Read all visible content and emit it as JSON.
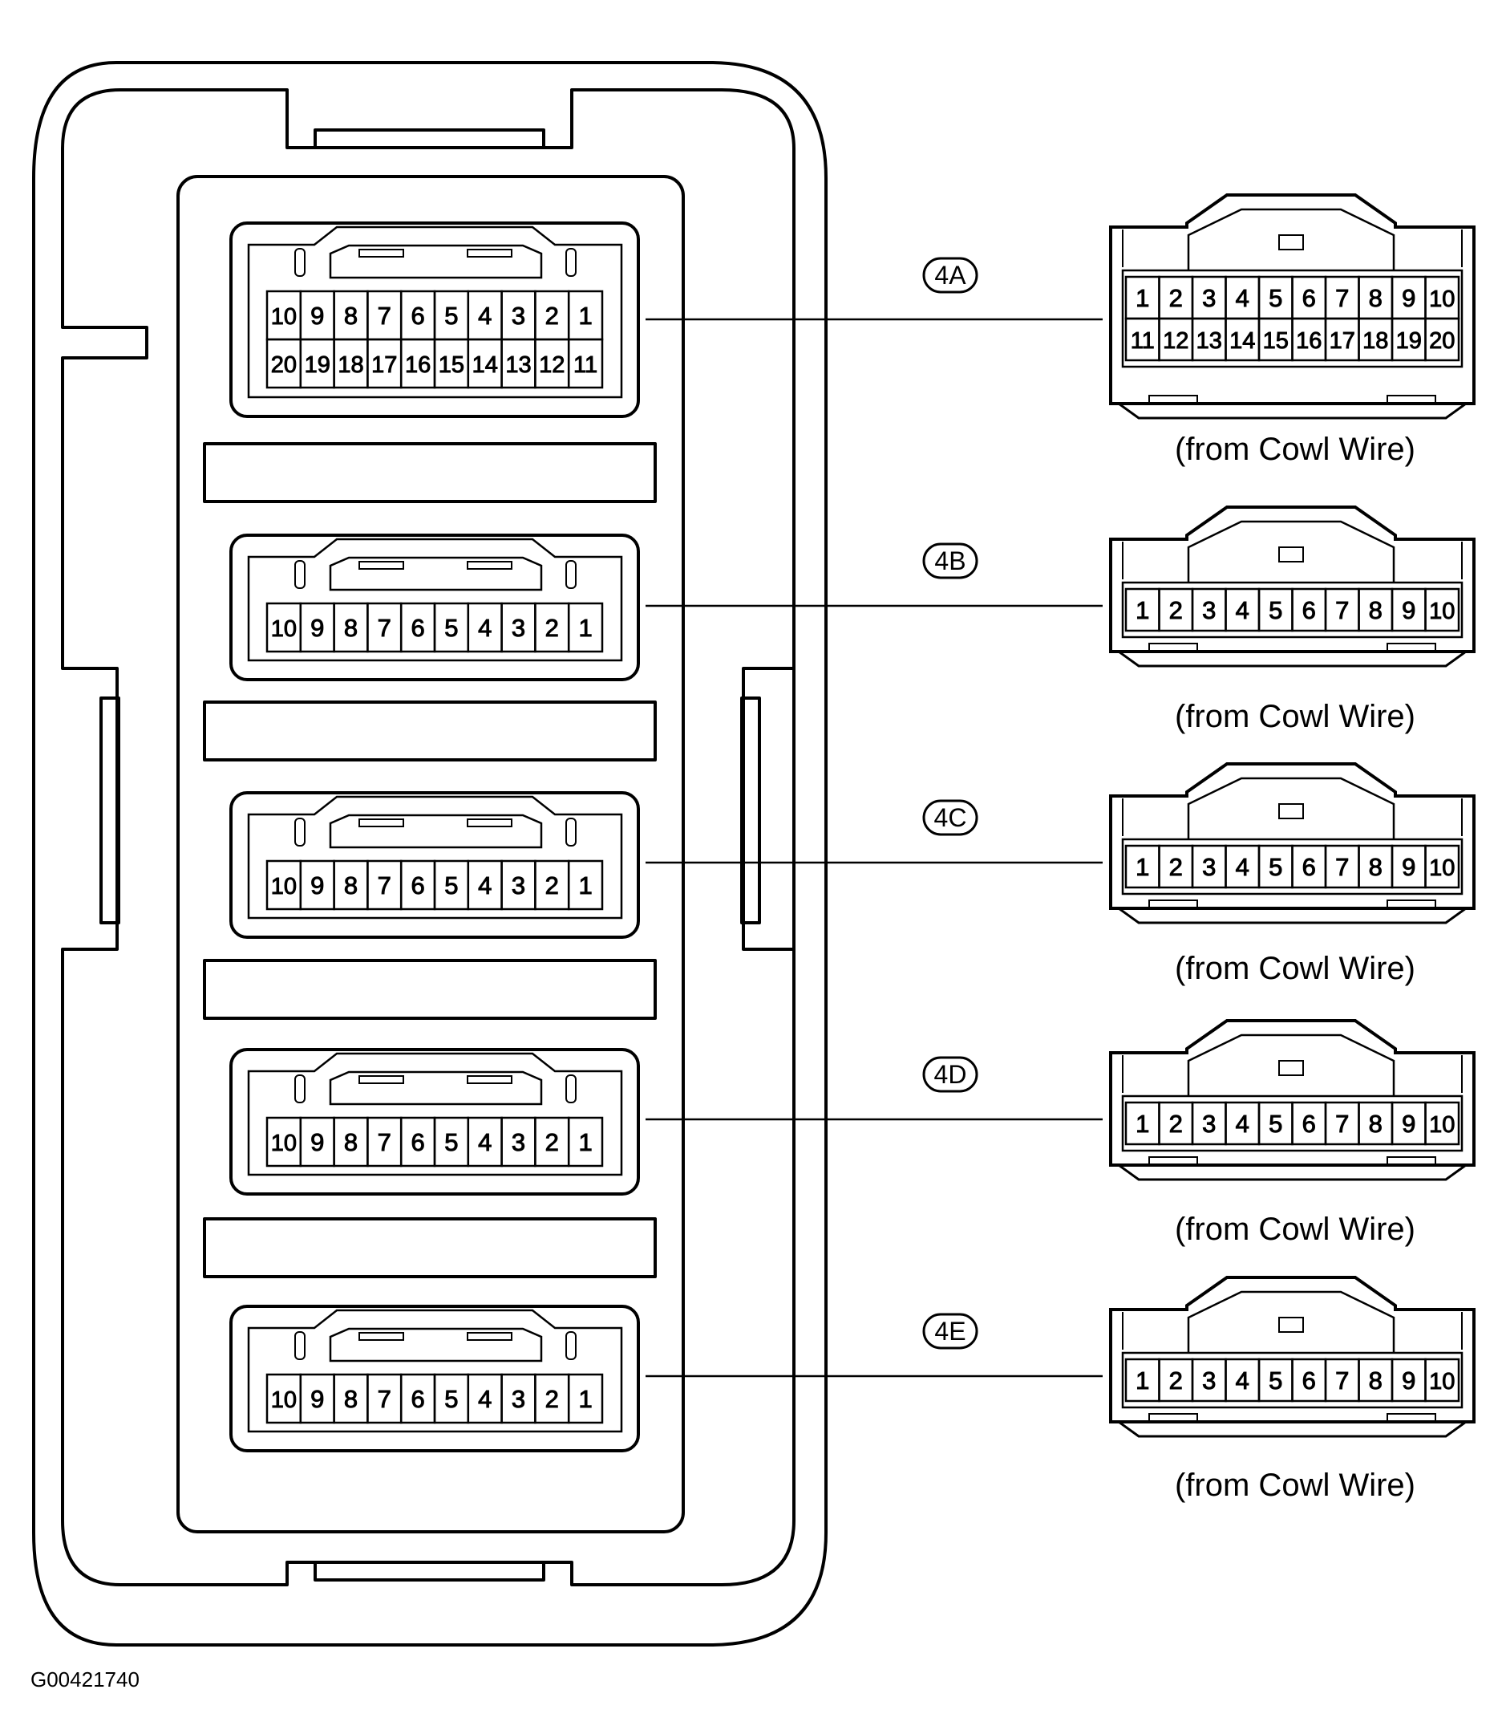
{
  "figure_id": "G00421740",
  "colors": {
    "ink": "#000000",
    "paper": "#ffffff"
  },
  "block": {
    "connectors": [
      {
        "pin_rows": [
          [
            "10",
            "9",
            "8",
            "7",
            "6",
            "5",
            "4",
            "3",
            "2",
            "1"
          ],
          [
            "20",
            "19",
            "18",
            "17",
            "16",
            "15",
            "14",
            "13",
            "12",
            "11"
          ]
        ]
      },
      {
        "pin_rows": [
          [
            "10",
            "9",
            "8",
            "7",
            "6",
            "5",
            "4",
            "3",
            "2",
            "1"
          ]
        ]
      },
      {
        "pin_rows": [
          [
            "10",
            "9",
            "8",
            "7",
            "6",
            "5",
            "4",
            "3",
            "2",
            "1"
          ]
        ]
      },
      {
        "pin_rows": [
          [
            "10",
            "9",
            "8",
            "7",
            "6",
            "5",
            "4",
            "3",
            "2",
            "1"
          ]
        ]
      },
      {
        "pin_rows": [
          [
            "10",
            "9",
            "8",
            "7",
            "6",
            "5",
            "4",
            "3",
            "2",
            "1"
          ]
        ]
      }
    ]
  },
  "mating": [
    {
      "tag": "4A",
      "caption": "(from Cowl Wire)",
      "pin_rows": [
        [
          "1",
          "2",
          "3",
          "4",
          "5",
          "6",
          "7",
          "8",
          "9",
          "10"
        ],
        [
          "11",
          "12",
          "13",
          "14",
          "15",
          "16",
          "17",
          "18",
          "19",
          "20"
        ]
      ]
    },
    {
      "tag": "4B",
      "caption": "(from Cowl Wire)",
      "pin_rows": [
        [
          "1",
          "2",
          "3",
          "4",
          "5",
          "6",
          "7",
          "8",
          "9",
          "10"
        ]
      ]
    },
    {
      "tag": "4C",
      "caption": "(from Cowl Wire)",
      "pin_rows": [
        [
          "1",
          "2",
          "3",
          "4",
          "5",
          "6",
          "7",
          "8",
          "9",
          "10"
        ]
      ]
    },
    {
      "tag": "4D",
      "caption": "(from Cowl Wire)",
      "pin_rows": [
        [
          "1",
          "2",
          "3",
          "4",
          "5",
          "6",
          "7",
          "8",
          "9",
          "10"
        ]
      ]
    },
    {
      "tag": "4E",
      "caption": "(from Cowl Wire)",
      "pin_rows": [
        [
          "1",
          "2",
          "3",
          "4",
          "5",
          "6",
          "7",
          "8",
          "9",
          "10"
        ]
      ]
    }
  ]
}
